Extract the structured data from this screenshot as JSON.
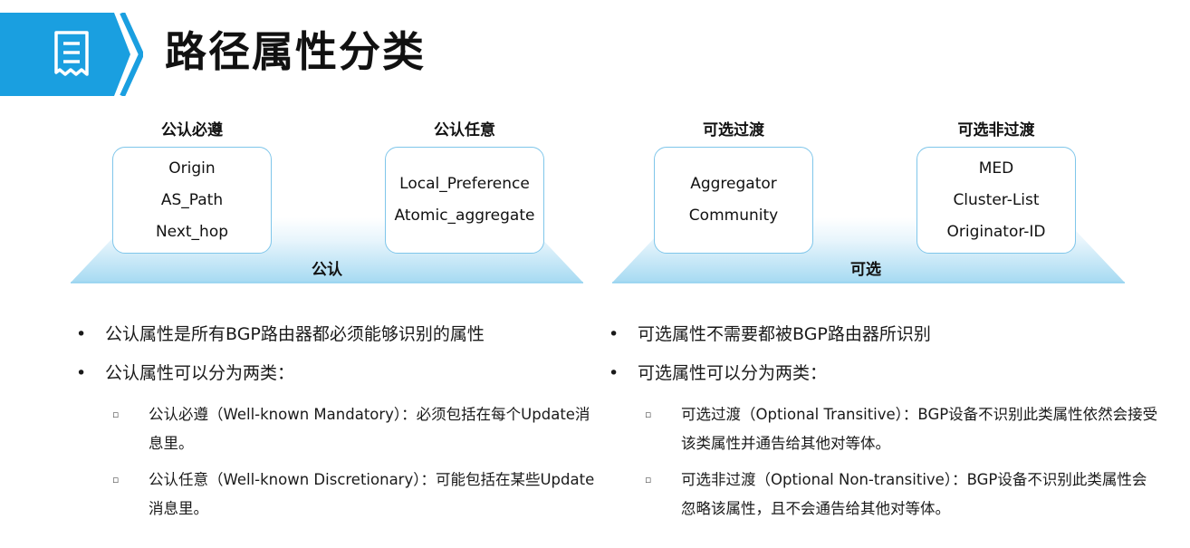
{
  "page": {
    "title": "路径属性分类"
  },
  "header": {
    "icon": "document-list-icon"
  },
  "diagram_left": {
    "base_label": "公认",
    "boxes": [
      {
        "title": "公认必遵",
        "items": [
          "Origin",
          "AS_Path",
          "Next_hop"
        ]
      },
      {
        "title": "公认任意",
        "items": [
          "Local_Preference",
          "Atomic_aggregate"
        ]
      }
    ]
  },
  "diagram_right": {
    "base_label": "可选",
    "boxes": [
      {
        "title": "可选过渡",
        "items": [
          "Aggregator",
          "Community"
        ]
      },
      {
        "title": "可选非过渡",
        "items": [
          "MED",
          "Cluster-List",
          "Originator-ID"
        ]
      }
    ]
  },
  "bullets_left": {
    "b1": "公认属性是所有BGP路由器都必须能够识别的属性",
    "b2": "公认属性可以分为两类：",
    "sub1": "公认必遵（Well-known Mandatory）：必须包括在每个Update消息里。",
    "sub2": "公认任意（Well-known Discretionary）：可能包括在某些Update消息里。"
  },
  "bullets_right": {
    "b1": "可选属性不需要都被BGP路由器所识别",
    "b2": "可选属性可以分为两类：",
    "sub1": "可选过渡（Optional Transitive）：BGP设备不识别此类属性依然会接受该类属性并通告给其他对等体。",
    "sub2": "可选非过渡（Optional Non-transitive）：BGP设备不识别此类属性会忽略该属性，且不会通告给其他对等体。"
  },
  "colors": {
    "accent": "#1a9fe0",
    "box_border": "#7fc6ea",
    "platform_light": "#e8f5fc",
    "platform_dark": "#a6daf2"
  }
}
